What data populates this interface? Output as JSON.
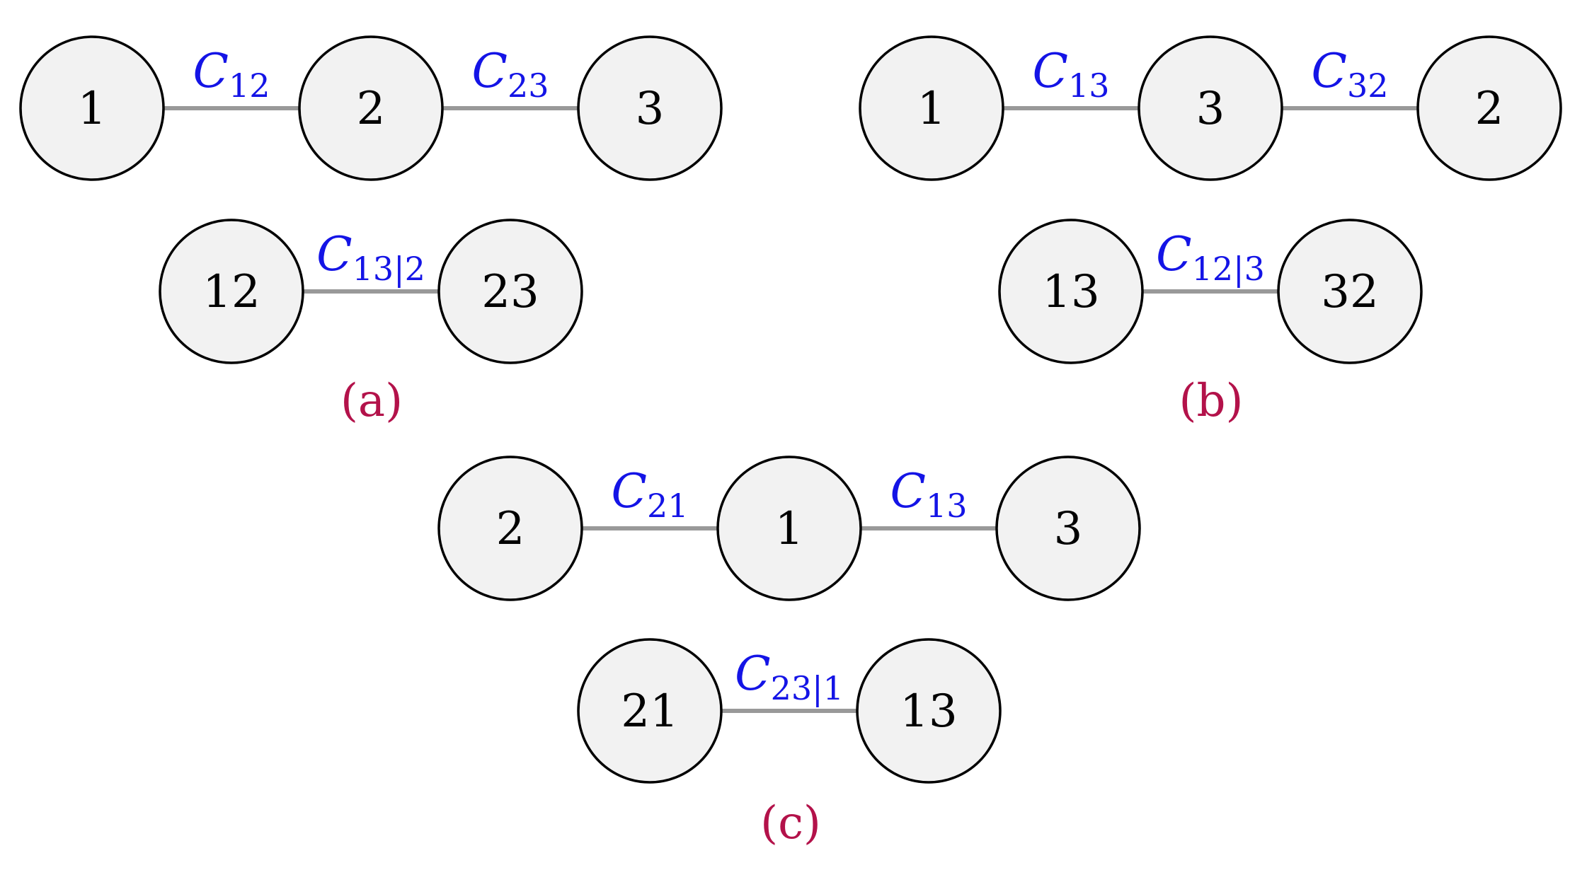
{
  "colors": {
    "node_fill": "#f2f2f2",
    "node_stroke": "#000000",
    "edge": "#999999",
    "edge_label": "#1414e6",
    "caption": "#b3124a"
  },
  "panels": [
    {
      "caption": "(a)",
      "trees": [
        {
          "nodes": [
            "1",
            "2",
            "3"
          ],
          "edges": [
            {
              "symbol": "C",
              "sub": "12"
            },
            {
              "symbol": "C",
              "sub": "23"
            }
          ]
        },
        {
          "nodes": [
            "12",
            "23"
          ],
          "edges": [
            {
              "symbol": "C",
              "sub": "13|2"
            }
          ]
        }
      ]
    },
    {
      "caption": "(b)",
      "trees": [
        {
          "nodes": [
            "1",
            "3",
            "2"
          ],
          "edges": [
            {
              "symbol": "C",
              "sub": "13"
            },
            {
              "symbol": "C",
              "sub": "32"
            }
          ]
        },
        {
          "nodes": [
            "13",
            "32"
          ],
          "edges": [
            {
              "symbol": "C",
              "sub": "12|3"
            }
          ]
        }
      ]
    },
    {
      "caption": "(c)",
      "trees": [
        {
          "nodes": [
            "2",
            "1",
            "3"
          ],
          "edges": [
            {
              "symbol": "C",
              "sub": "21"
            },
            {
              "symbol": "C",
              "sub": "13"
            }
          ]
        },
        {
          "nodes": [
            "21",
            "13"
          ],
          "edges": [
            {
              "symbol": "C",
              "sub": "23|1"
            }
          ]
        }
      ]
    }
  ]
}
